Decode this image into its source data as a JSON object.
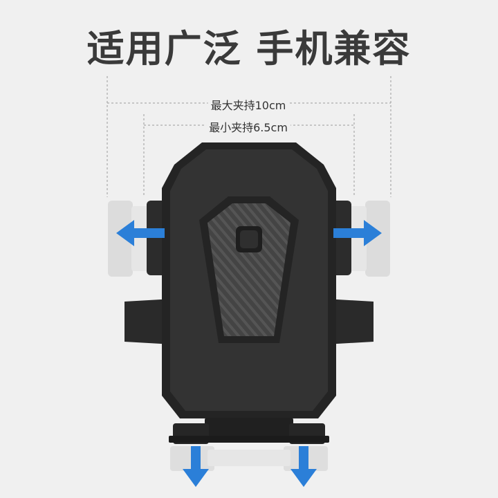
{
  "headline": "适用广泛 手机兼容",
  "dimensions": {
    "max_label": "最大夹持10cm",
    "min_label": "最小夹持6.5cm"
  },
  "icons": {
    "expand_arrows": "blue-arrow-icon",
    "center_button": "release-button-icon"
  },
  "colors": {
    "background": "#f0f0f0",
    "holder_body": "#2b2b2b",
    "holder_face": "#353535",
    "arrow_blue": "#2b7fd8",
    "ghost_gray": "#d6d6d6",
    "headline": "#3a3a3a"
  }
}
